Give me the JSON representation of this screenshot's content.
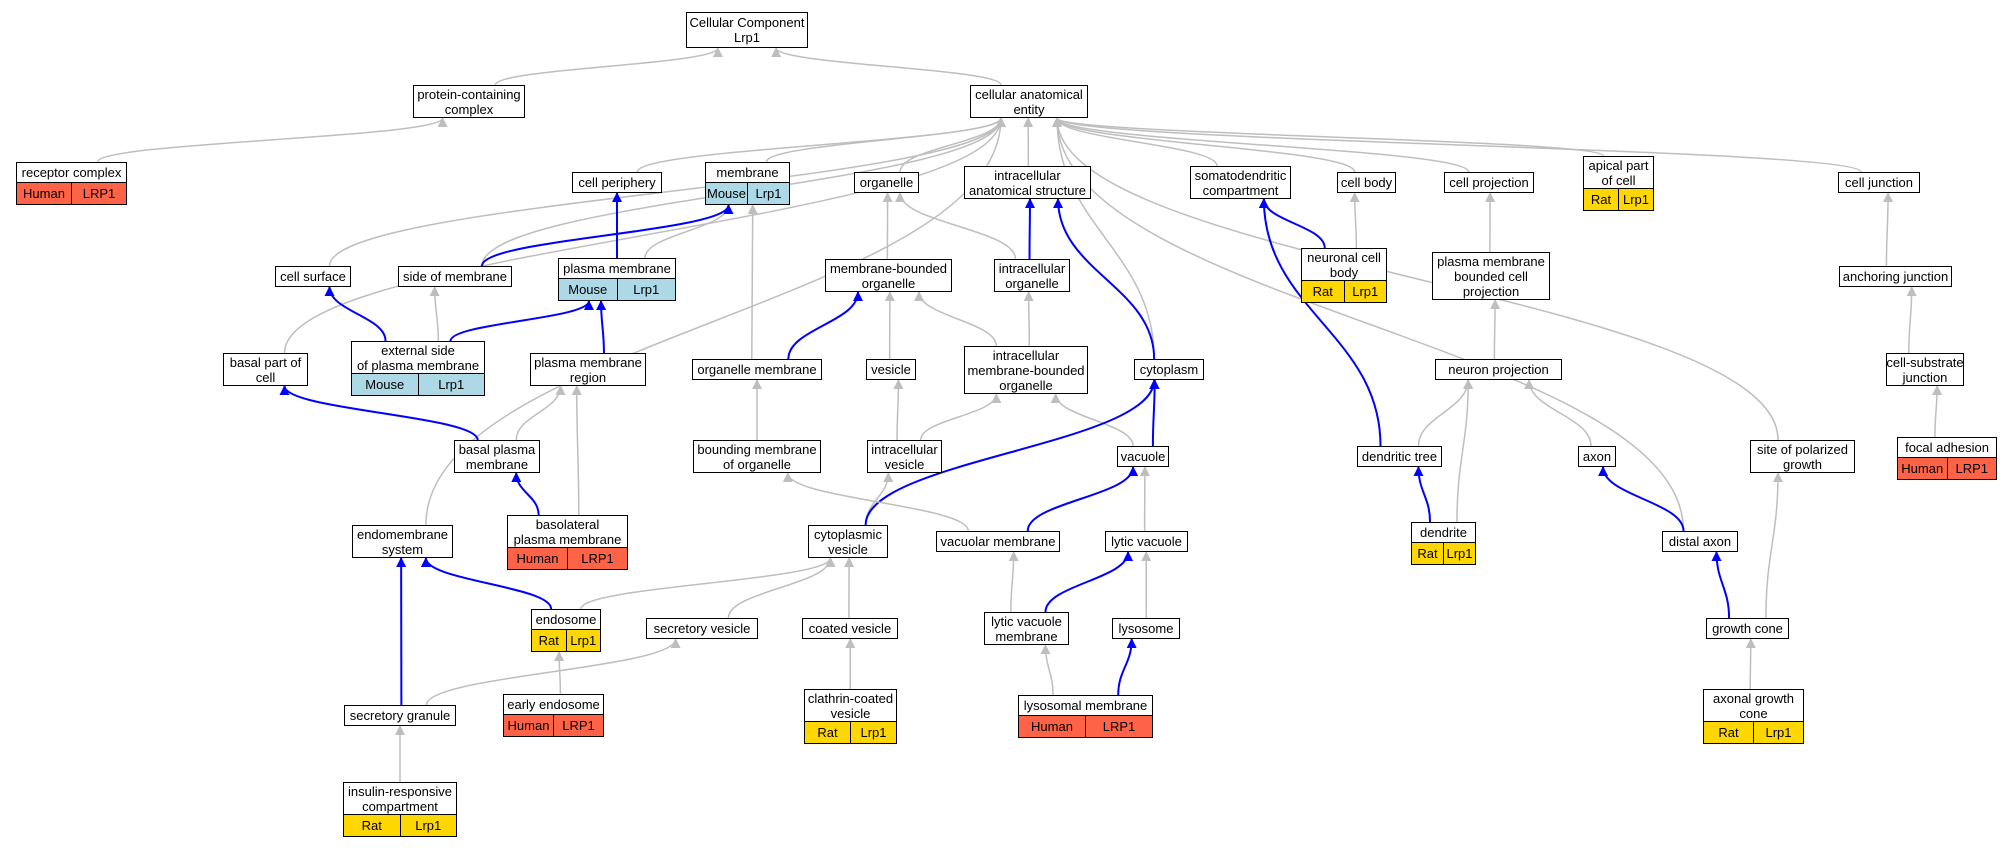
{
  "colors": {
    "gray_edge": "#bebebe",
    "blue_edge": "#0000ff",
    "human": "#ff6347",
    "mouse": "#add8e6",
    "rat": "#ffd700"
  },
  "nodes": [
    {
      "id": "cc",
      "label": "Cellular Component\nLrp1"
    },
    {
      "id": "cae",
      "label": "cellular anatomical\nentity"
    },
    {
      "id": "pcc",
      "label": "protein-containing\ncomplex"
    },
    {
      "id": "rc",
      "label": "receptor complex",
      "species": "Human",
      "gene": "LRP1"
    },
    {
      "id": "cp",
      "label": "cell periphery"
    },
    {
      "id": "mem",
      "label": "membrane",
      "species": "Mouse",
      "gene": "Lrp1"
    },
    {
      "id": "org",
      "label": "organelle"
    },
    {
      "id": "ias",
      "label": "intracellular\nanatomical structure"
    },
    {
      "id": "sdc",
      "label": "somatodendritic\ncompartment"
    },
    {
      "id": "cb",
      "label": "cell body"
    },
    {
      "id": "cproj",
      "label": "cell projection"
    },
    {
      "id": "apc",
      "label": "apical part\nof cell",
      "species": "Rat",
      "gene": "Lrp1"
    },
    {
      "id": "cj",
      "label": "cell junction"
    },
    {
      "id": "cs",
      "label": "cell surface"
    },
    {
      "id": "som",
      "label": "side of membrane"
    },
    {
      "id": "pm",
      "label": "plasma membrane",
      "species": "Mouse",
      "gene": "Lrp1"
    },
    {
      "id": "mbo",
      "label": "membrane-bounded\norganelle"
    },
    {
      "id": "io",
      "label": "intracellular\norganelle"
    },
    {
      "id": "ncb",
      "label": "neuronal cell\nbody",
      "species": "Rat",
      "gene": "Lrp1"
    },
    {
      "id": "pmbcp",
      "label": "plasma membrane\nbounded cell\nprojection"
    },
    {
      "id": "aj",
      "label": "anchoring junction"
    },
    {
      "id": "bpc",
      "label": "basal part of\ncell"
    },
    {
      "id": "espm",
      "label": "external side\nof plasma membrane",
      "species": "Mouse",
      "gene": "Lrp1"
    },
    {
      "id": "pmr",
      "label": "plasma membrane\nregion"
    },
    {
      "id": "om",
      "label": "organelle membrane"
    },
    {
      "id": "ves",
      "label": "vesicle"
    },
    {
      "id": "imbo",
      "label": "intracellular\nmembrane-bounded\norganelle"
    },
    {
      "id": "cyto",
      "label": "cytoplasm"
    },
    {
      "id": "np",
      "label": "neuron projection"
    },
    {
      "id": "csj",
      "label": "cell-substrate\njunction"
    },
    {
      "id": "bpm",
      "label": "basal plasma\nmembrane"
    },
    {
      "id": "bmo",
      "label": "bounding membrane\nof organelle"
    },
    {
      "id": "iv",
      "label": "intracellular\nvesicle"
    },
    {
      "id": "vac",
      "label": "vacuole"
    },
    {
      "id": "dt",
      "label": "dendritic tree"
    },
    {
      "id": "axon",
      "label": "axon"
    },
    {
      "id": "spg",
      "label": "site of polarized\ngrowth"
    },
    {
      "id": "fa",
      "label": "focal adhesion",
      "species": "Human",
      "gene": "LRP1"
    },
    {
      "id": "ems",
      "label": "endomembrane\nsystem"
    },
    {
      "id": "blpm",
      "label": "basolateral\nplasma membrane",
      "species": "Human",
      "gene": "LRP1"
    },
    {
      "id": "cv",
      "label": "cytoplasmic\nvesicle"
    },
    {
      "id": "vm",
      "label": "vacuolar membrane"
    },
    {
      "id": "lv",
      "label": "lytic vacuole"
    },
    {
      "id": "den",
      "label": "dendrite",
      "species": "Rat",
      "gene": "Lrp1"
    },
    {
      "id": "da",
      "label": "distal axon"
    },
    {
      "id": "endo",
      "label": "endosome",
      "species": "Rat",
      "gene": "Lrp1"
    },
    {
      "id": "sv",
      "label": "secretory vesicle"
    },
    {
      "id": "cov",
      "label": "coated vesicle"
    },
    {
      "id": "lvm",
      "label": "lytic vacuole\nmembrane"
    },
    {
      "id": "lyso",
      "label": "lysosome"
    },
    {
      "id": "gc",
      "label": "growth cone"
    },
    {
      "id": "ee",
      "label": "early endosome",
      "species": "Human",
      "gene": "LRP1"
    },
    {
      "id": "sg",
      "label": "secretory granule"
    },
    {
      "id": "ccv",
      "label": "clathrin-coated\nvesicle",
      "species": "Rat",
      "gene": "Lrp1"
    },
    {
      "id": "lm",
      "label": "lysosomal membrane",
      "species": "Human",
      "gene": "LRP1"
    },
    {
      "id": "agc",
      "label": "axonal growth\ncone",
      "species": "Rat",
      "gene": "Lrp1"
    },
    {
      "id": "irc",
      "label": "insulin-responsive\ncompartment",
      "species": "Rat",
      "gene": "Lrp1"
    }
  ],
  "edges": [
    {
      "from": "pcc",
      "to": "cc",
      "kind": "is_a"
    },
    {
      "from": "cae",
      "to": "cc",
      "kind": "is_a"
    },
    {
      "from": "rc",
      "to": "pcc",
      "kind": "is_a"
    },
    {
      "from": "cp",
      "to": "cae",
      "kind": "is_a"
    },
    {
      "from": "mem",
      "to": "cae",
      "kind": "is_a"
    },
    {
      "from": "org",
      "to": "cae",
      "kind": "is_a"
    },
    {
      "from": "ias",
      "to": "cae",
      "kind": "is_a"
    },
    {
      "from": "sdc",
      "to": "cae",
      "kind": "is_a"
    },
    {
      "from": "cb",
      "to": "cae",
      "kind": "is_a"
    },
    {
      "from": "cproj",
      "to": "cae",
      "kind": "is_a"
    },
    {
      "from": "apc",
      "to": "cae",
      "kind": "is_a"
    },
    {
      "from": "cj",
      "to": "cae",
      "kind": "is_a"
    },
    {
      "from": "cs",
      "to": "cae",
      "kind": "is_a"
    },
    {
      "from": "som",
      "to": "cae",
      "kind": "is_a"
    },
    {
      "from": "bpc",
      "to": "cae",
      "kind": "is_a"
    },
    {
      "from": "ems",
      "to": "cae",
      "kind": "is_a"
    },
    {
      "from": "cyto",
      "to": "cae",
      "kind": "is_a"
    },
    {
      "from": "da",
      "to": "cae",
      "kind": "is_a"
    },
    {
      "from": "spg",
      "to": "cae",
      "kind": "is_a"
    },
    {
      "from": "pm",
      "to": "cp",
      "kind": "part_of"
    },
    {
      "from": "pm",
      "to": "mem",
      "kind": "is_a"
    },
    {
      "from": "som",
      "to": "mem",
      "kind": "part_of"
    },
    {
      "from": "mbo",
      "to": "org",
      "kind": "is_a"
    },
    {
      "from": "io",
      "to": "org",
      "kind": "is_a"
    },
    {
      "from": "io",
      "to": "ias",
      "kind": "part_of"
    },
    {
      "from": "cyto",
      "to": "ias",
      "kind": "part_of"
    },
    {
      "from": "ncb",
      "to": "cb",
      "kind": "is_a"
    },
    {
      "from": "ncb",
      "to": "sdc",
      "kind": "part_of"
    },
    {
      "from": "pmbcp",
      "to": "cproj",
      "kind": "is_a"
    },
    {
      "from": "aj",
      "to": "cj",
      "kind": "is_a"
    },
    {
      "from": "espm",
      "to": "cs",
      "kind": "part_of"
    },
    {
      "from": "espm",
      "to": "som",
      "kind": "is_a"
    },
    {
      "from": "espm",
      "to": "pm",
      "kind": "part_of"
    },
    {
      "from": "pmr",
      "to": "pm",
      "kind": "part_of"
    },
    {
      "from": "om",
      "to": "mem",
      "kind": "is_a"
    },
    {
      "from": "om",
      "to": "mbo",
      "kind": "part_of"
    },
    {
      "from": "ves",
      "to": "mbo",
      "kind": "is_a"
    },
    {
      "from": "imbo",
      "to": "mbo",
      "kind": "is_a"
    },
    {
      "from": "imbo",
      "to": "io",
      "kind": "is_a"
    },
    {
      "from": "np",
      "to": "pmbcp",
      "kind": "is_a"
    },
    {
      "from": "csj",
      "to": "aj",
      "kind": "is_a"
    },
    {
      "from": "bpm",
      "to": "pmr",
      "kind": "is_a"
    },
    {
      "from": "bpm",
      "to": "bpc",
      "kind": "part_of"
    },
    {
      "from": "blpm",
      "to": "pmr",
      "kind": "is_a"
    },
    {
      "from": "blpm",
      "to": "bpm",
      "kind": "part_of"
    },
    {
      "from": "bmo",
      "to": "om",
      "kind": "is_a"
    },
    {
      "from": "iv",
      "to": "ves",
      "kind": "is_a"
    },
    {
      "from": "iv",
      "to": "imbo",
      "kind": "is_a"
    },
    {
      "from": "vac",
      "to": "imbo",
      "kind": "is_a"
    },
    {
      "from": "vac",
      "to": "cyto",
      "kind": "part_of"
    },
    {
      "from": "dt",
      "to": "np",
      "kind": "is_a"
    },
    {
      "from": "dt",
      "to": "sdc",
      "kind": "part_of"
    },
    {
      "from": "axon",
      "to": "np",
      "kind": "is_a"
    },
    {
      "from": "fa",
      "to": "csj",
      "kind": "is_a"
    },
    {
      "from": "cv",
      "to": "iv",
      "kind": "is_a"
    },
    {
      "from": "cv",
      "to": "cyto",
      "kind": "part_of"
    },
    {
      "from": "vm",
      "to": "bmo",
      "kind": "is_a"
    },
    {
      "from": "vm",
      "to": "vac",
      "kind": "part_of"
    },
    {
      "from": "lv",
      "to": "vac",
      "kind": "is_a"
    },
    {
      "from": "den",
      "to": "np",
      "kind": "is_a"
    },
    {
      "from": "den",
      "to": "dt",
      "kind": "part_of"
    },
    {
      "from": "da",
      "to": "axon",
      "kind": "part_of"
    },
    {
      "from": "endo",
      "to": "cv",
      "kind": "is_a"
    },
    {
      "from": "endo",
      "to": "ems",
      "kind": "part_of"
    },
    {
      "from": "sv",
      "to": "cv",
      "kind": "is_a"
    },
    {
      "from": "cov",
      "to": "cv",
      "kind": "is_a"
    },
    {
      "from": "lvm",
      "to": "vm",
      "kind": "is_a"
    },
    {
      "from": "lvm",
      "to": "lv",
      "kind": "part_of"
    },
    {
      "from": "lyso",
      "to": "lv",
      "kind": "is_a"
    },
    {
      "from": "gc",
      "to": "spg",
      "kind": "is_a"
    },
    {
      "from": "gc",
      "to": "da",
      "kind": "part_of"
    },
    {
      "from": "ee",
      "to": "endo",
      "kind": "is_a"
    },
    {
      "from": "sg",
      "to": "sv",
      "kind": "is_a"
    },
    {
      "from": "sg",
      "to": "ems",
      "kind": "part_of"
    },
    {
      "from": "ccv",
      "to": "cov",
      "kind": "is_a"
    },
    {
      "from": "lm",
      "to": "lvm",
      "kind": "is_a"
    },
    {
      "from": "lm",
      "to": "lyso",
      "kind": "part_of"
    },
    {
      "from": "agc",
      "to": "gc",
      "kind": "is_a"
    },
    {
      "from": "irc",
      "to": "sg",
      "kind": "is_a"
    }
  ]
}
